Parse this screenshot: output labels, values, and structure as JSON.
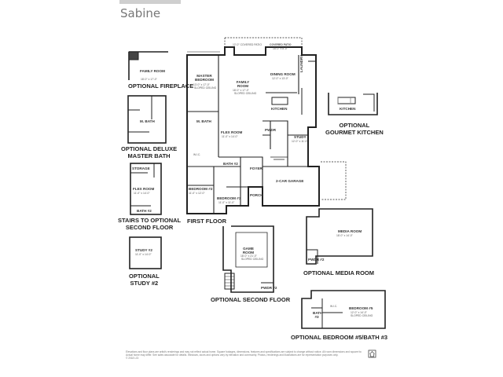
{
  "header": {
    "title": "Sabine"
  },
  "optional_fireplace": {
    "room": {
      "name": "FAMILY ROOM",
      "dim": "18'-0\" x 17'-0\""
    },
    "caption": "OPTIONAL FIREPLACE"
  },
  "optional_master_bath": {
    "room": {
      "name": "M. BATH"
    },
    "caption_line1": "OPTIONAL DELUXE",
    "caption_line2": "MASTER BATH"
  },
  "stairs_option": {
    "storage": "STORAGE",
    "room": {
      "name": "FLEX ROOM",
      "dim": "11'-0\" x 14'-0\""
    },
    "bath": "BATH #2",
    "caption_line1": "STAIRS TO OPTIONAL",
    "caption_line2": "SECOND FLOOR"
  },
  "optional_study2": {
    "room": {
      "name": "STUDY #2",
      "dim": "11'-0\" x 14'-0\""
    },
    "caption_line1": "OPTIONAL",
    "caption_line2": "STUDY #2"
  },
  "first_floor": {
    "caption": "FIRST FLOOR",
    "patio": {
      "name": "12'-0\" COVERED PATIO"
    },
    "covered_patio": {
      "name": "COVERED PATIO",
      "dim": "15'-0\" x 8'-0\""
    },
    "master_bedroom": {
      "name": "MASTER BEDROOM",
      "dim": "13'-0\" x 17'-0\"",
      "note": "SLOPED CEILING"
    },
    "family_room": {
      "name": "FAMILY ROOM",
      "dim": "18'-0\" x 17'-0\"",
      "note": "SLOPED CEILING"
    },
    "dining_room": {
      "name": "DINING ROOM",
      "dim": "12'-0\" x 13'-0\""
    },
    "laundry": "LAUNDRY",
    "kitchen": "KITCHEN",
    "m_bath": "M. BATH",
    "wic": "W.I.C.",
    "flex_room": {
      "name": "FLEX ROOM",
      "dim": "11'-0\" x 14'-0\""
    },
    "powder": "PWDR",
    "study": {
      "name": "STUDY",
      "dim": "12'-0\" x 11'-0\""
    },
    "bath2": "BATH #2",
    "foyer": "FOYER",
    "bedroom2": {
      "name": "BEDROOM #2",
      "dim": "11'-0\" x 12'-0\""
    },
    "bedroom3": {
      "name": "BEDROOM #3",
      "dim": "11'-0\" x 11'-0\""
    },
    "porch": "PORCH",
    "garage": "2-CAR GARAGE"
  },
  "gourmet_kitchen": {
    "room": "KITCHEN",
    "caption_line1": "OPTIONAL",
    "caption_line2": "GOURMET KITCHEN"
  },
  "media_room": {
    "room": {
      "name": "MEDIA ROOM",
      "dim": "18'-0\" x 14'-0\""
    },
    "powder": "PWDR #2",
    "caption": "OPTIONAL MEDIA ROOM"
  },
  "second_floor": {
    "room": {
      "name": "GAME ROOM",
      "dim": "18'-0\" x 21'-0\"",
      "note": "SLOPED CEILING"
    },
    "powder": "PWDR #2",
    "caption": "OPTIONAL SECOND FLOOR"
  },
  "bedroom5": {
    "room": {
      "name": "BEDROOM #5",
      "dim": "12'-0\" x 14'-0\"",
      "note": "SLOPED CEILING"
    },
    "bath": "BATH #3",
    "wic": "W.I.C.",
    "caption": "OPTIONAL BEDROOM #5/BATH #3"
  },
  "footer": {
    "disclaimer_line1": "Elevations and floor plans are artist's renderings and may not reflect actual home. Square footages, dimensions, features and specifications are subject to change without notice. All room dimensions and square footages are approximate.",
    "disclaimer_line2": "Actual home may differ. See sales associate for details. Windows, doors and options vary by elevation and community. Photos, renderings and illustrations are for representation purposes only.",
    "disclaimer_line3": "© 2018 LGI"
  }
}
